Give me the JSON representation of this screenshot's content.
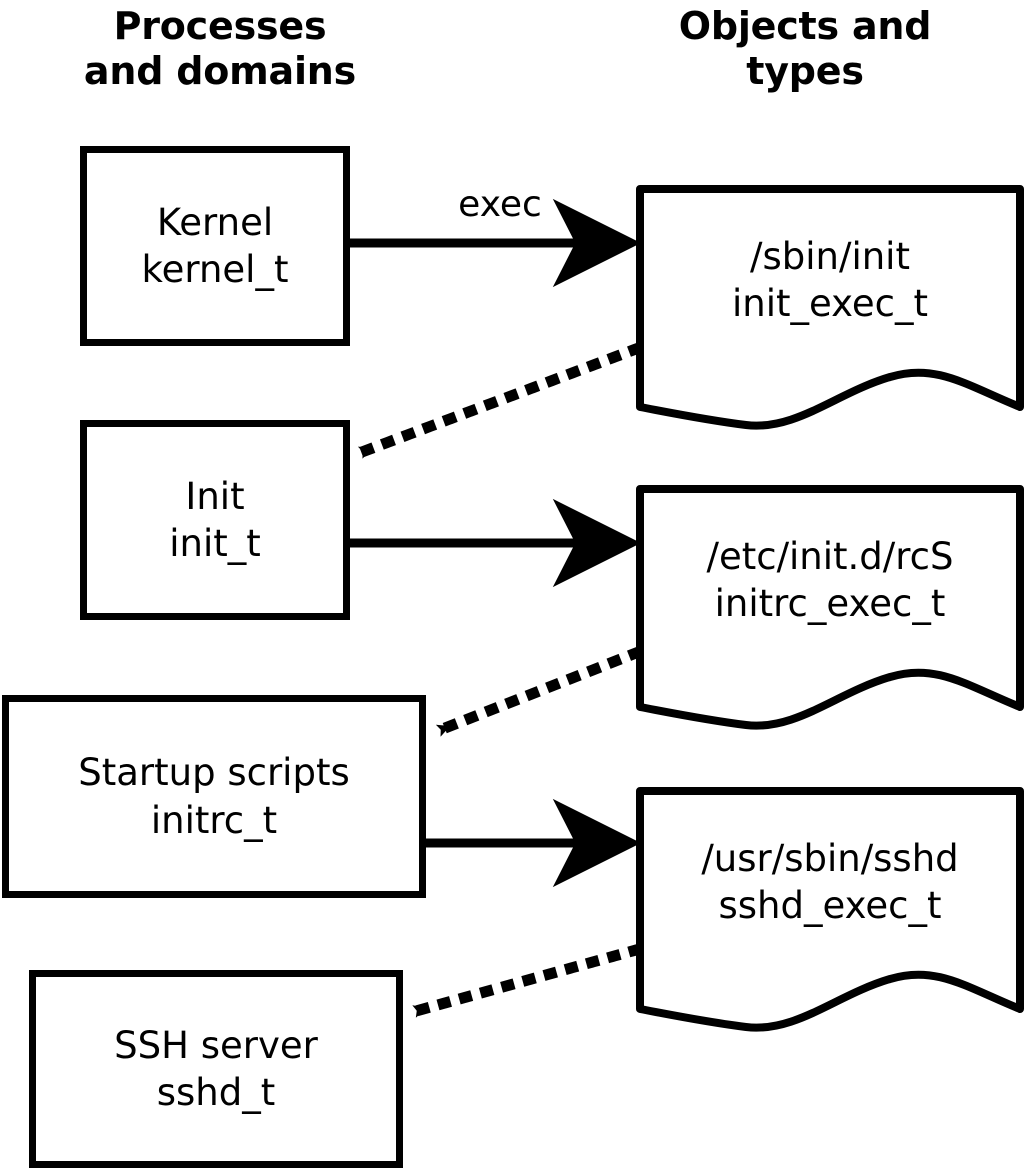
{
  "headings": {
    "left": "Processes\nand domains",
    "right": "Objects and\ntypes"
  },
  "process_nodes": [
    {
      "id": "kernel",
      "title": "Kernel",
      "type": "kernel_t"
    },
    {
      "id": "init",
      "title": "Init",
      "type": "init_t"
    },
    {
      "id": "initrc",
      "title": "Startup scripts",
      "type": "initrc_t"
    },
    {
      "id": "sshd",
      "title": "SSH server",
      "type": "sshd_t"
    }
  ],
  "object_nodes": [
    {
      "id": "init_exec",
      "path": "/sbin/init",
      "type": "init_exec_t"
    },
    {
      "id": "initrc_exec",
      "path": "/etc/init.d/rcS",
      "type": "initrc_exec_t"
    },
    {
      "id": "sshd_exec",
      "path": "/usr/sbin/sshd",
      "type": "sshd_exec_t"
    }
  ],
  "edges": [
    {
      "id": "kernel-exec-init",
      "label": "exec",
      "style": "solid",
      "from": "kernel",
      "to": "init_exec"
    },
    {
      "id": "initexec-transition-init",
      "label": "",
      "style": "dotted",
      "from": "init_exec",
      "to": "init"
    },
    {
      "id": "init-exec-rcs",
      "label": "",
      "style": "solid",
      "from": "init",
      "to": "initrc_exec"
    },
    {
      "id": "rcsexec-transition-initrc",
      "label": "",
      "style": "dotted",
      "from": "initrc_exec",
      "to": "initrc"
    },
    {
      "id": "initrc-exec-sshd",
      "label": "",
      "style": "solid",
      "from": "initrc",
      "to": "sshd_exec"
    },
    {
      "id": "sshdexec-transition-sshd",
      "label": "",
      "style": "dotted",
      "from": "sshd_exec",
      "to": "sshd"
    }
  ],
  "colors": {
    "stroke": "#000000",
    "background": "#ffffff",
    "text": "#000000"
  }
}
